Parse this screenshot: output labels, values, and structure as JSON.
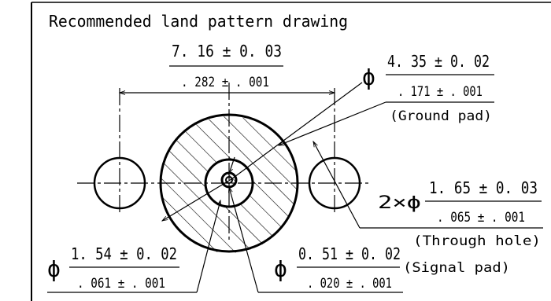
{
  "title": "Recommended land pattern drawing",
  "dimensions": {
    "pitch": {
      "metric": "7. 16 ± 0. 03",
      "imperial": ". 282 ± . 001"
    },
    "ground_pad": {
      "symbol": "ϕ",
      "metric": "4. 35 ± 0. 02",
      "imperial": ". 171 ± . 001",
      "note": "(Ground pad)"
    },
    "through_hole": {
      "symbol": "2×ϕ",
      "metric": "1. 65 ± 0. 03",
      "imperial": ". 065 ± . 001",
      "note": "(Through hole)"
    },
    "inner_pad": {
      "symbol": "ϕ",
      "metric": "1. 54 ± 0. 02",
      "imperial": ". 061 ± . 001"
    },
    "signal_pad": {
      "symbol": "ϕ",
      "metric": "0. 51 ± 0. 02",
      "imperial": ". 020 ± . 001",
      "note": "(Signal pad)"
    }
  },
  "colors": {
    "ink": "#000000",
    "paper": "#ffffff"
  }
}
